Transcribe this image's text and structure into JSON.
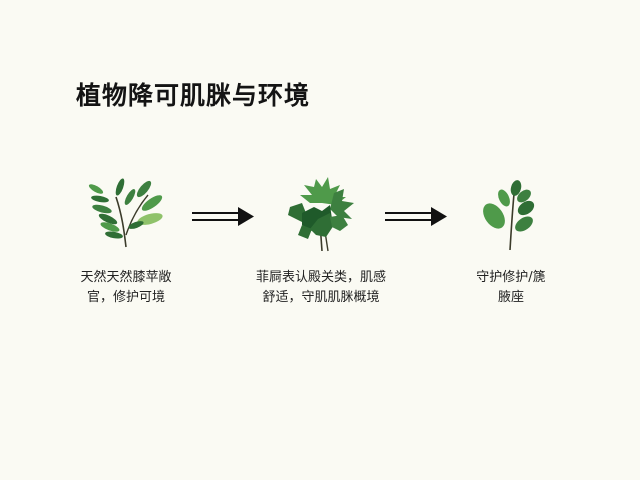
{
  "title": "植物降可肌脒与环境",
  "steps": [
    {
      "icon": "leafy-branch-icon",
      "caption_line1": "天然天然膝苹敞",
      "caption_line2": "官，修护可境"
    },
    {
      "icon": "dense-leaf-cluster-icon",
      "caption_line1": "菲屙表认殿关类，肌感",
      "caption_line2": "舒适，守肌肌脒概境"
    },
    {
      "icon": "round-leaf-sprig-icon",
      "caption_line1": "守护修护/篪",
      "caption_line2": "腋座"
    }
  ],
  "arrows": [
    "double-arrow-right-icon",
    "double-arrow-right-icon"
  ],
  "colors": {
    "background": "#fafaf3",
    "leaf_dark": "#2f6e35",
    "leaf_mid": "#4f9a4a",
    "leaf_light": "#8fc26a",
    "stem": "#3b3b2a",
    "arrow": "#111111"
  }
}
